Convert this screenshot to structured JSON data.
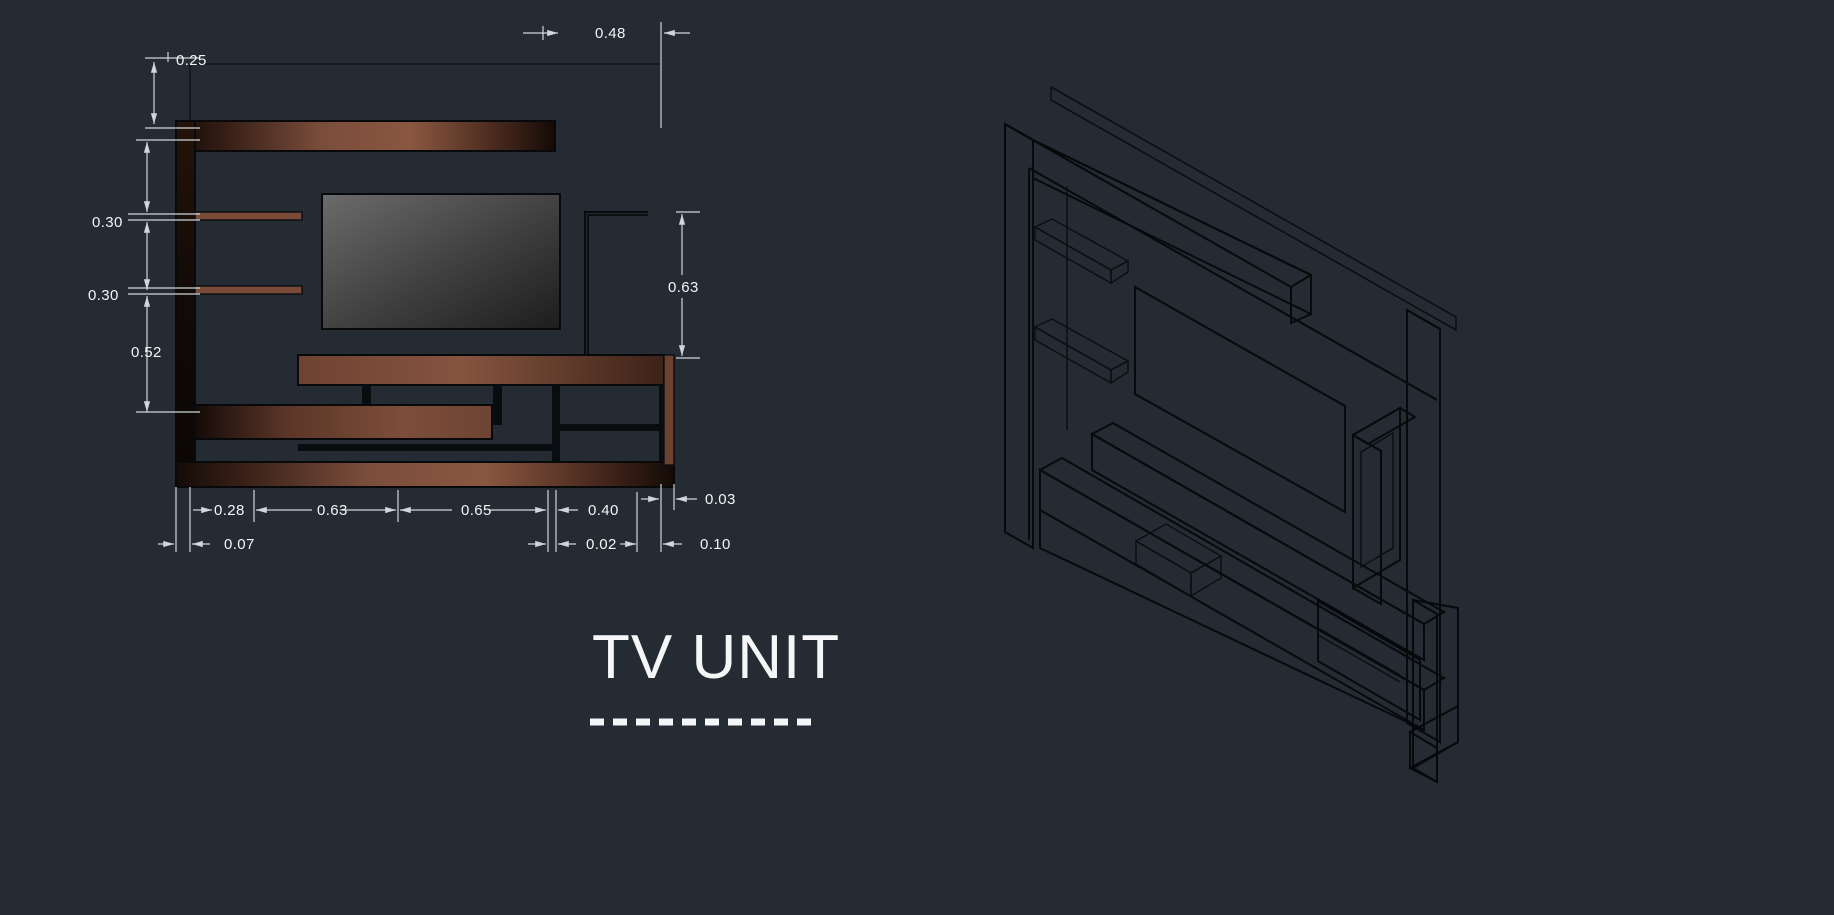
{
  "sheet": {
    "background_color": "#242b33",
    "ink_color": "#cfd6dc",
    "wood_color": "#6e4537",
    "wood_dark_color": "#1a0f0b",
    "screen_color": "#5c5c5c",
    "outline_color": "#07090b"
  },
  "title": {
    "label": "TV UNIT",
    "underline_style": "dashed"
  },
  "views": {
    "elevation": {
      "name": "front-elevation-view",
      "parts": [
        {
          "name": "top-overhead-shelf",
          "material": "wood"
        },
        {
          "name": "left-vertical-panel",
          "material": "wood"
        },
        {
          "name": "upper-wall-shelf",
          "material": "wood"
        },
        {
          "name": "lower-wall-shelf",
          "material": "wood"
        },
        {
          "name": "tv-screen",
          "material": "screen"
        },
        {
          "name": "media-console-top",
          "material": "wood"
        },
        {
          "name": "drawer-front",
          "material": "wood"
        },
        {
          "name": "base-plinth",
          "material": "wood"
        },
        {
          "name": "right-side-return",
          "material": "wood"
        },
        {
          "name": "cable-recess-outline",
          "material": "outline"
        }
      ]
    },
    "isometric": {
      "name": "isometric-3d-view",
      "parts": [
        {
          "name": "back-panel"
        },
        {
          "name": "top-overhead-shelf"
        },
        {
          "name": "left-vertical-panel"
        },
        {
          "name": "upper-floating-shelf"
        },
        {
          "name": "lower-floating-shelf"
        },
        {
          "name": "tv-screen"
        },
        {
          "name": "media-console"
        },
        {
          "name": "drawer-front"
        },
        {
          "name": "base-plinth"
        },
        {
          "name": "right-tall-cabinet"
        },
        {
          "name": "right-open-niche"
        }
      ]
    }
  },
  "dimensions": {
    "top": [
      {
        "id": "dim-top-0-25",
        "value": "0.25",
        "orientation": "vertical"
      },
      {
        "id": "dim-top-0-48",
        "value": "0.48",
        "orientation": "horizontal"
      }
    ],
    "left": [
      {
        "id": "dim-left-0-30-a",
        "value": "0.30",
        "orientation": "vertical"
      },
      {
        "id": "dim-left-0-30-b",
        "value": "0.30",
        "orientation": "vertical"
      },
      {
        "id": "dim-left-0-52",
        "value": "0.52",
        "orientation": "vertical"
      }
    ],
    "right": [
      {
        "id": "dim-right-0-63",
        "value": "0.63",
        "orientation": "vertical"
      }
    ],
    "bottom_row_1": [
      {
        "id": "dim-bot-0-28",
        "value": "0.28",
        "orientation": "horizontal"
      },
      {
        "id": "dim-bot-0-63",
        "value": "0.63",
        "orientation": "horizontal"
      },
      {
        "id": "dim-bot-0-65",
        "value": "0.65",
        "orientation": "horizontal"
      },
      {
        "id": "dim-bot-0-40",
        "value": "0.40",
        "orientation": "horizontal"
      },
      {
        "id": "dim-bot-0-03",
        "value": "0.03",
        "orientation": "horizontal"
      }
    ],
    "bottom_row_2": [
      {
        "id": "dim-bot-0-07",
        "value": "0.07",
        "orientation": "horizontal"
      },
      {
        "id": "dim-bot-0-02",
        "value": "0.02",
        "orientation": "horizontal"
      },
      {
        "id": "dim-bot-0-10",
        "value": "0.10",
        "orientation": "horizontal"
      }
    ]
  }
}
